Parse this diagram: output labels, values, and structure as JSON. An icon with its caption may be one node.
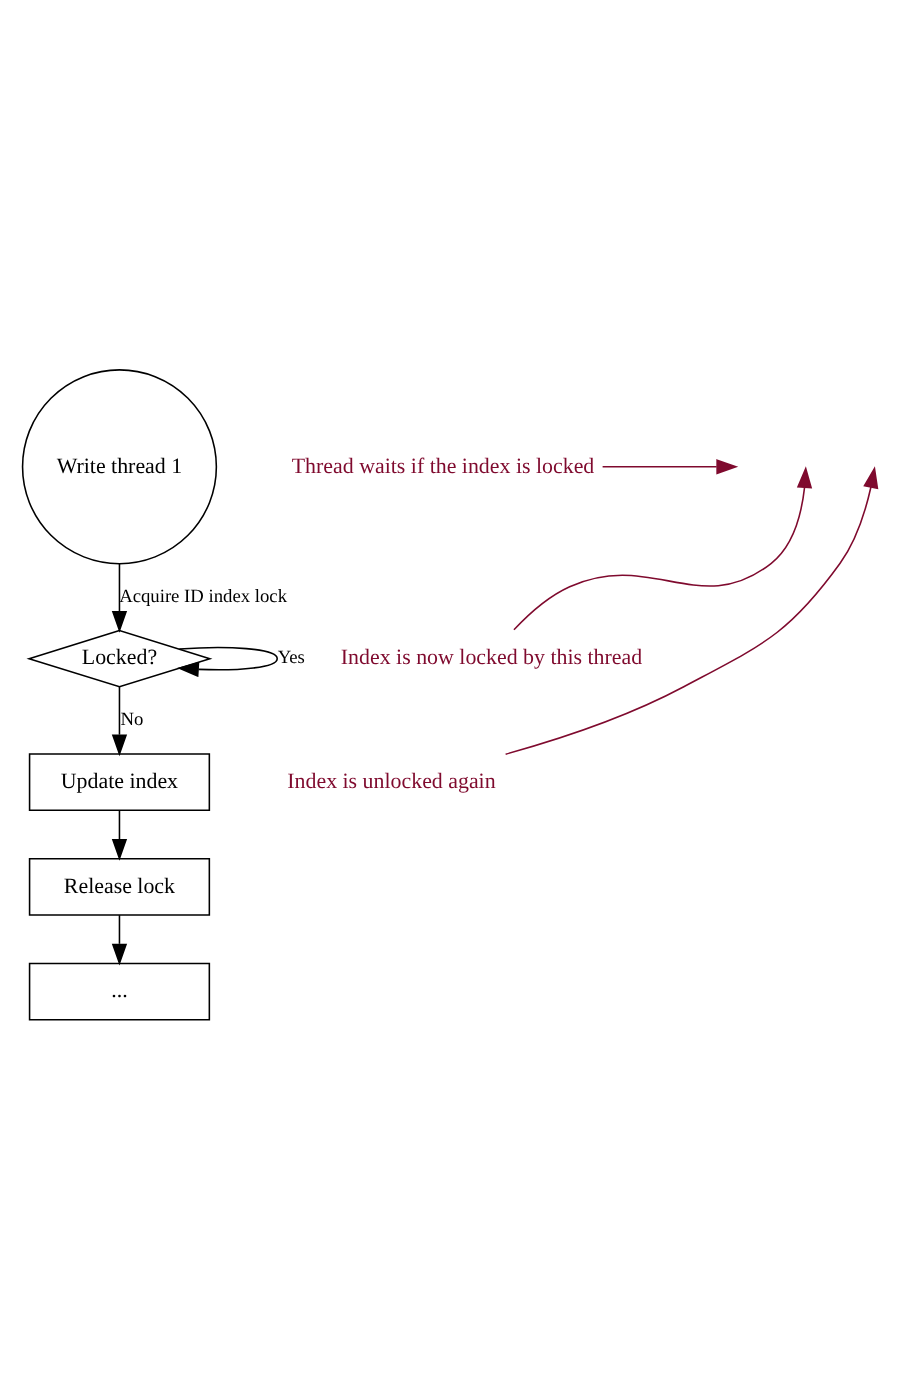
{
  "diagram": {
    "nodes": [
      {
        "text": [
          "Write thread 1"
        ]
      },
      {
        "text": [
          "Locked?"
        ]
      },
      {
        "text": [
          "Update index"
        ]
      },
      {
        "text": [
          "Release lock"
        ]
      },
      {
        "text": [
          "..."
        ]
      },
      {
        "text": [
          "Thread waits if the index is locked"
        ]
      },
      {
        "text": [
          "Index is now locked by this thread"
        ]
      },
      {
        "text": [
          "Index is unlocked again"
        ]
      }
    ],
    "edges": [
      {
        "from": 0,
        "to": 1,
        "label": "Acquire ID index lock",
        "arrow": "to"
      },
      {
        "from": 1,
        "to": 1,
        "label": "Yes",
        "arrow": "to"
      },
      {
        "from": 1,
        "to": 2,
        "label": "No",
        "arrow": "to"
      },
      {
        "from": 2,
        "to": 3,
        "arrow": "to"
      },
      {
        "from": 3,
        "to": 4,
        "arrow": "to"
      },
      {
        "from": 5,
        "to": null,
        "arrow": "to",
        "color": "#7f0a2e"
      },
      {
        "from": 6,
        "to": null,
        "arrow": "to",
        "color": "#7f0a2e"
      },
      {
        "from": 7,
        "to": null,
        "arrow": "to",
        "color": "#7f0a2e"
      }
    ]
  }
}
